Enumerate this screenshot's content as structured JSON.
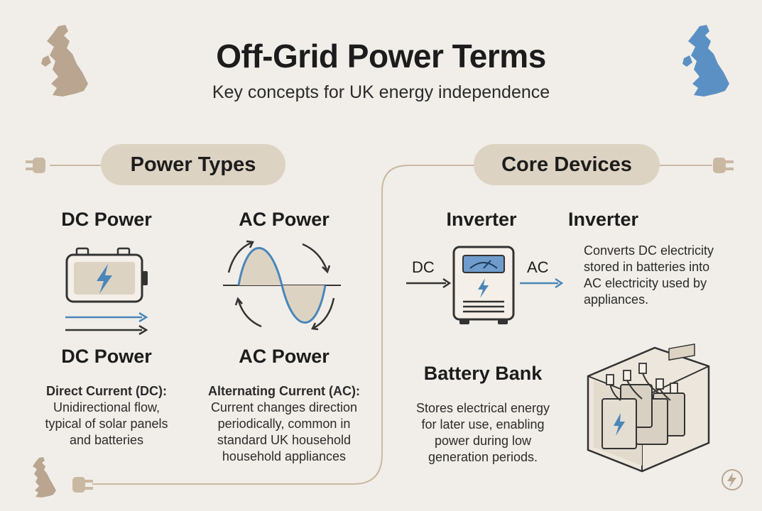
{
  "header": {
    "title": "Off-Grid Power Terms",
    "subtitle": "Key concepts for UK energy independence"
  },
  "sections": {
    "power_types_label": "Power Types",
    "core_devices_label": "Core Devices"
  },
  "dc": {
    "heading_top": "DC Power",
    "heading_bottom": "DC Power",
    "term": "Direct Current (DC):",
    "description_lines": [
      "Unidirectional flow,",
      "typical of solar panels",
      "and batteries"
    ]
  },
  "ac": {
    "heading_top": "AC Power",
    "heading_bottom": "AC Power",
    "term": "Alternating Current (AC):",
    "description_lines": [
      "Current changes direction",
      "periodically, common in",
      "standard UK household",
      "household appliances"
    ]
  },
  "inverter": {
    "heading_left": "Inverter",
    "heading_right": "Inverter",
    "input_label": "DC",
    "output_label": "AC",
    "description_lines": [
      "Converts DC electricity",
      "stored in batteries into",
      "AC electricity used by",
      "appliances."
    ]
  },
  "battery_bank": {
    "heading": "Battery Bank",
    "description_lines": [
      "Stores electrical energy",
      "for later use, enabling",
      "power during low",
      "generation periods."
    ]
  },
  "colors": {
    "background": "#f1eee9",
    "pill": "#ddd3c3",
    "accent_blue": "#4a86b8",
    "map_beige": "#b9a590",
    "map_blue": "#5b90c4",
    "line": "#c9b9a3"
  },
  "icons": [
    "uk-map-icon",
    "plug-icon",
    "battery-icon",
    "bolt-icon",
    "sine-wave-icon",
    "inverter-icon",
    "battery-bank-icon",
    "power-logo-icon"
  ]
}
